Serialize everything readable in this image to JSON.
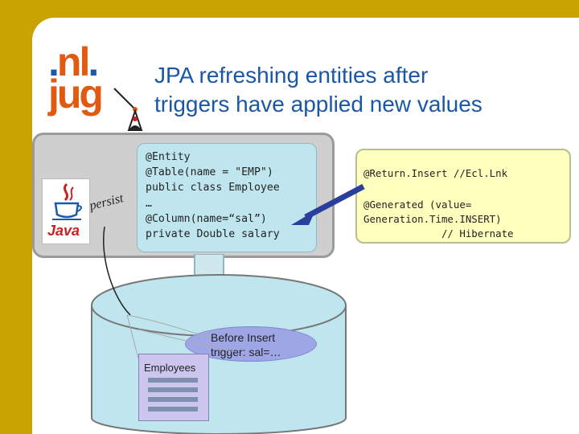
{
  "logo": {
    "line1_prefix": ".",
    "line1_word": "nl",
    "line1_suffix": ".",
    "line2": "jug",
    "java_word": "Java"
  },
  "title": {
    "line1": "JPA refreshing entities after",
    "line2": "triggers have applied new values"
  },
  "app": {
    "persist_label": "persist"
  },
  "entity_code": {
    "line1": "@Entity",
    "line2": "@Table(name = \"EMP\")",
    "line3": "public class Employee",
    "line4": "…",
    "line5": "@Column(name=“sal”)",
    "line6": "private Double salary"
  },
  "annotation": {
    "eclipselink": "@Return.Insert //Ecl.Lnk",
    "hibernate_line1": "@Generated (value=",
    "hibernate_line2": "Generation.Time.INSERT)",
    "hibernate_line3": "             // Hibernate"
  },
  "database": {
    "table_label": "Employees",
    "trigger_line1": "Before Insert",
    "trigger_line2": "trigger: sal=…"
  },
  "colors": {
    "background": "#c8a200",
    "title": "#1a57a8",
    "entity_box": "#bfe6ee",
    "annotation_box": "#ffffbe",
    "database": "#bfe6ee",
    "arrow": "#2a3f9c"
  }
}
